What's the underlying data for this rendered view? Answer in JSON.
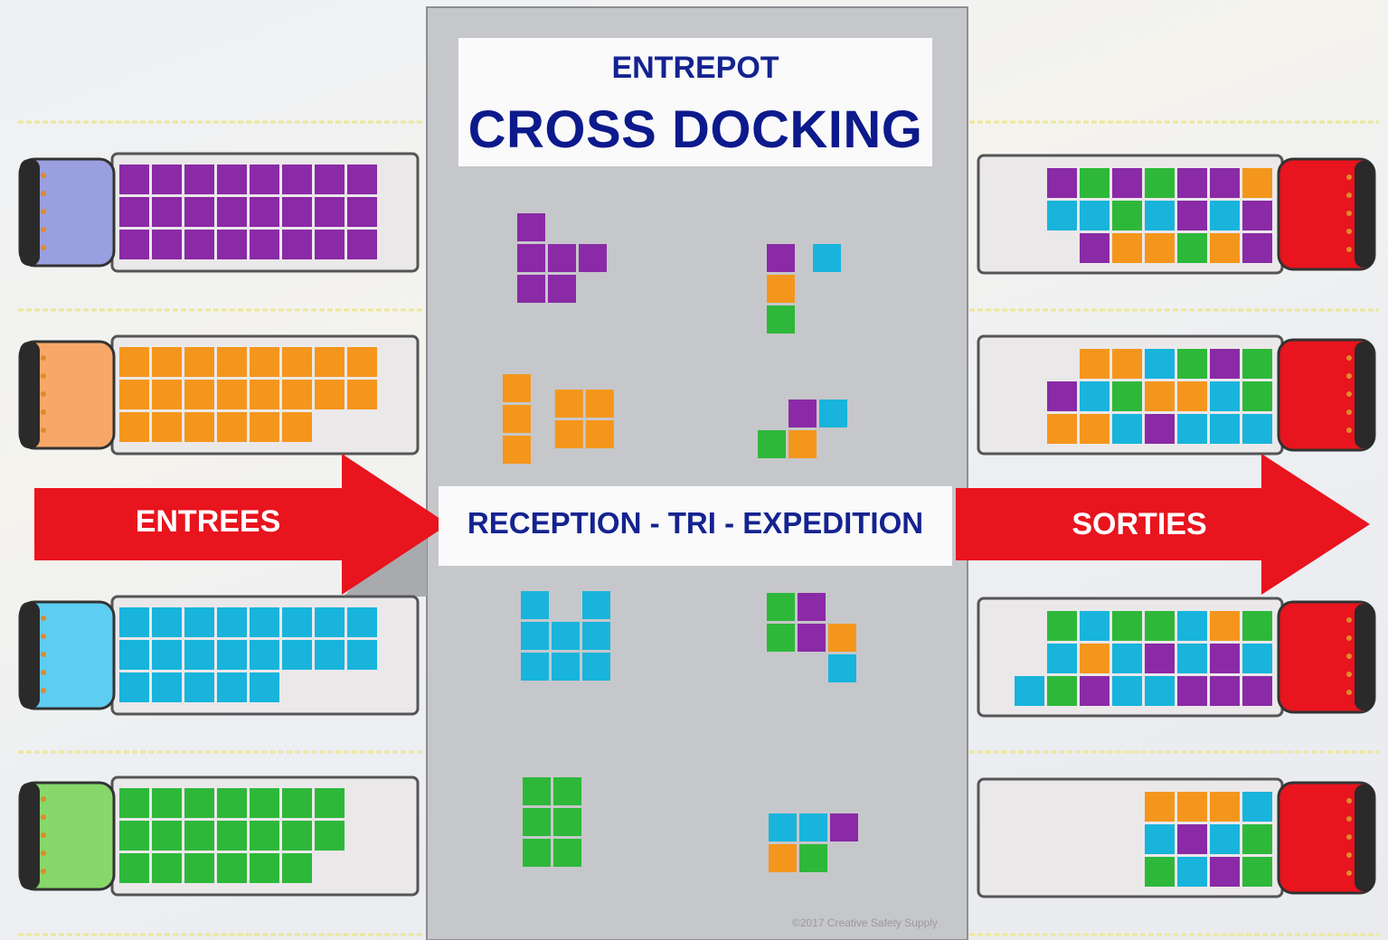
{
  "title": {
    "subtitle": "ENTREPOT",
    "main": "CROSS DOCKING"
  },
  "band_label": "RECEPTION - TRI - EXPEDITION",
  "arrows": {
    "in": "ENTREES",
    "out": "SORTIES"
  },
  "copyright": "©2017 Creative Safety Supply",
  "colors": {
    "purple": "#8a2aa6",
    "orange": "#f5961c",
    "cyan": "#18b4dc",
    "green": "#2eb83a",
    "red": "#e8141e",
    "navy": "#14238f",
    "warehouse": "#c6c7ca"
  },
  "inbound_trucks": [
    {
      "cab_color": "#9a9fe0",
      "cargo_color": "purple",
      "columns": [
        3,
        3,
        3,
        3,
        3,
        3,
        3,
        3
      ]
    },
    {
      "cab_color": "#f7a868",
      "cargo_color": "orange",
      "columns": [
        3,
        3,
        3,
        3,
        3,
        3,
        2,
        2
      ]
    },
    {
      "cab_color": "#5ecdf2",
      "cargo_color": "cyan",
      "columns": [
        3,
        3,
        3,
        3,
        3,
        2,
        2,
        2
      ]
    },
    {
      "cab_color": "#86d86a",
      "cargo_color": "green",
      "columns": [
        3,
        3,
        3,
        3,
        3,
        3,
        2
      ]
    }
  ],
  "outbound_trucks": [
    {
      "cab_color": "red",
      "rows": [
        [
          "purple",
          "green",
          "purple",
          "green",
          "purple",
          "purple",
          "orange"
        ],
        [
          "cyan",
          "cyan",
          "green",
          "cyan",
          "purple",
          "cyan",
          "purple"
        ],
        [
          "",
          "purple",
          "orange",
          "orange",
          "green",
          "orange",
          "purple"
        ]
      ]
    },
    {
      "cab_color": "red",
      "rows": [
        [
          "",
          "orange",
          "orange",
          "cyan",
          "green",
          "purple",
          "green"
        ],
        [
          "purple",
          "cyan",
          "green",
          "orange",
          "orange",
          "cyan",
          "green"
        ],
        [
          "orange",
          "orange",
          "cyan",
          "purple",
          "cyan",
          "cyan",
          "cyan"
        ]
      ]
    },
    {
      "cab_color": "red",
      "rows": [
        [
          "",
          "green",
          "cyan",
          "green",
          "green",
          "cyan",
          "orange",
          "green"
        ],
        [
          "",
          "cyan",
          "orange",
          "cyan",
          "purple",
          "cyan",
          "purple",
          "cyan"
        ],
        [
          "cyan",
          "green",
          "purple",
          "cyan",
          "cyan",
          "purple",
          "purple",
          "purple"
        ]
      ]
    },
    {
      "cab_color": "red",
      "rows": [
        [
          "orange",
          "orange",
          "orange",
          "cyan"
        ],
        [
          "cyan",
          "purple",
          "cyan",
          "green"
        ],
        [
          "green",
          "cyan",
          "purple",
          "green"
        ]
      ]
    }
  ],
  "sort_groups": [
    {
      "cells": [
        [
          "purple",
          0,
          0
        ],
        [
          "purple",
          0,
          1
        ],
        [
          "purple",
          1,
          1
        ],
        [
          "purple",
          2,
          1
        ],
        [
          "purple",
          0,
          2
        ],
        [
          "purple",
          1,
          2
        ]
      ]
    },
    {
      "cells": [
        [
          "purple",
          0,
          0
        ],
        [
          "cyan",
          1.5,
          0
        ],
        [
          "orange",
          0,
          1
        ],
        [
          "green",
          0,
          2
        ]
      ]
    },
    {
      "cells": [
        [
          "orange",
          0,
          0
        ],
        [
          "orange",
          0,
          1
        ],
        [
          "orange",
          0,
          2
        ],
        [
          "orange",
          1.7,
          0.5
        ],
        [
          "orange",
          2.7,
          0.5
        ],
        [
          "orange",
          1.7,
          1.5
        ],
        [
          "orange",
          2.7,
          1.5
        ]
      ]
    },
    {
      "cells": [
        [
          "purple",
          1,
          0
        ],
        [
          "cyan",
          2,
          0
        ],
        [
          "green",
          0,
          1
        ],
        [
          "orange",
          1,
          1
        ]
      ]
    },
    {
      "cells": [
        [
          "cyan",
          0,
          0
        ],
        [
          "cyan",
          2,
          0
        ],
        [
          "cyan",
          0,
          1
        ],
        [
          "cyan",
          1,
          1
        ],
        [
          "cyan",
          2,
          1
        ],
        [
          "cyan",
          0,
          2
        ],
        [
          "cyan",
          1,
          2
        ],
        [
          "cyan",
          2,
          2
        ]
      ]
    },
    {
      "cells": [
        [
          "green",
          0,
          0
        ],
        [
          "purple",
          1,
          0
        ],
        [
          "green",
          0,
          1
        ],
        [
          "purple",
          1,
          1
        ],
        [
          "orange",
          2,
          1
        ],
        [
          "cyan",
          2,
          2
        ]
      ]
    },
    {
      "cells": [
        [
          "green",
          0,
          0
        ],
        [
          "green",
          1,
          0
        ],
        [
          "green",
          0,
          1
        ],
        [
          "green",
          1,
          1
        ],
        [
          "green",
          0,
          2
        ],
        [
          "green",
          1,
          2
        ]
      ]
    },
    {
      "cells": [
        [
          "cyan",
          0,
          0
        ],
        [
          "cyan",
          1,
          0
        ],
        [
          "purple",
          2,
          0
        ],
        [
          "orange",
          0,
          1
        ],
        [
          "green",
          1,
          1
        ]
      ]
    }
  ]
}
